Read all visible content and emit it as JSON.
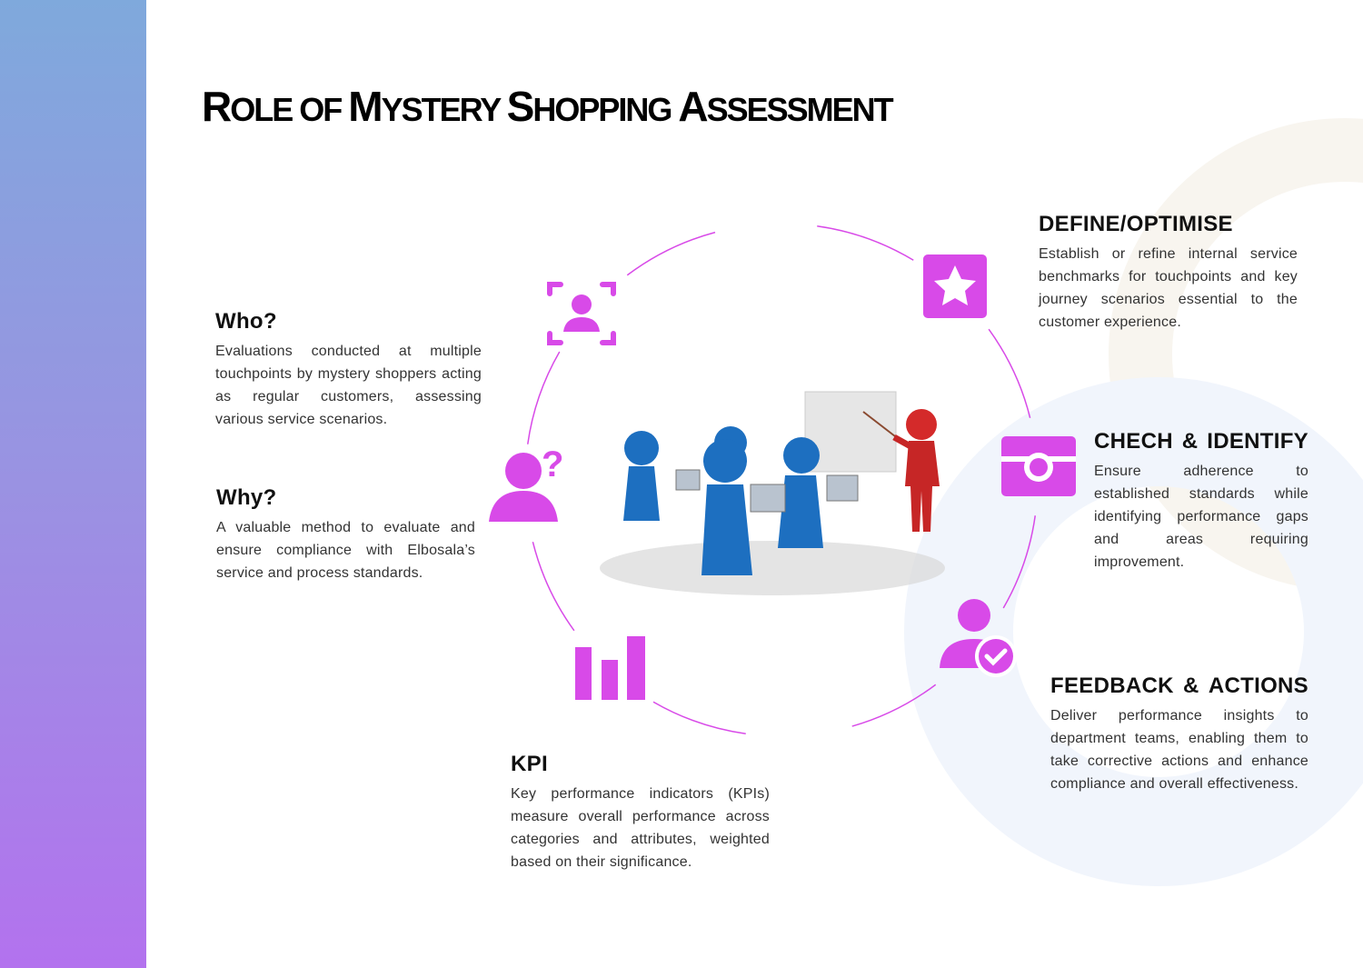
{
  "title": {
    "parts": [
      [
        "R",
        "OLE "
      ],
      [
        "",
        "OF "
      ],
      [
        "M",
        "YSTERY "
      ],
      [
        "S",
        "HOPPING "
      ],
      [
        "A",
        "SSESSMENT"
      ]
    ],
    "full": "Role of Mystery Shopping Assessment"
  },
  "colors": {
    "accent": "#d84ae8",
    "sidebar_top": "#7fa9dc",
    "sidebar_bottom": "#b372ee"
  },
  "sections": {
    "who": {
      "heading": "Who?",
      "body": "Evaluations conducted at multiple touchpoints by mystery shoppers acting as regular customers, assessing various service scenarios."
    },
    "why": {
      "heading": "Why?",
      "body": "A valuable method to evaluate and ensure compliance with Elbosala’s service and process standards."
    },
    "kpi": {
      "heading": "KPI",
      "body": "Key performance indicators (KPIs) measure overall performance across categories and attributes, weighted based on their significance."
    },
    "define": {
      "heading": "DEFINE/OPTIMISE",
      "body": "Establish or refine internal service benchmarks for touchpoints and key journey scenarios essential to the customer experience."
    },
    "check": {
      "heading_parts": [
        "CHECH",
        "&",
        "IDENTIFY"
      ],
      "body": "Ensure adherence to established standards while identifying performance gaps and areas requiring improvement."
    },
    "feedback": {
      "heading_parts": [
        "FEEDBACK",
        "&",
        "ACTIONS"
      ],
      "body": "Deliver performance insights to department teams, enabling them to take corrective actions and enhance compliance and overall effectiveness."
    }
  },
  "icons": [
    "user-focus-icon",
    "user-question-icon",
    "bar-chart-icon",
    "star-icon",
    "camera-icon",
    "user-check-icon"
  ]
}
